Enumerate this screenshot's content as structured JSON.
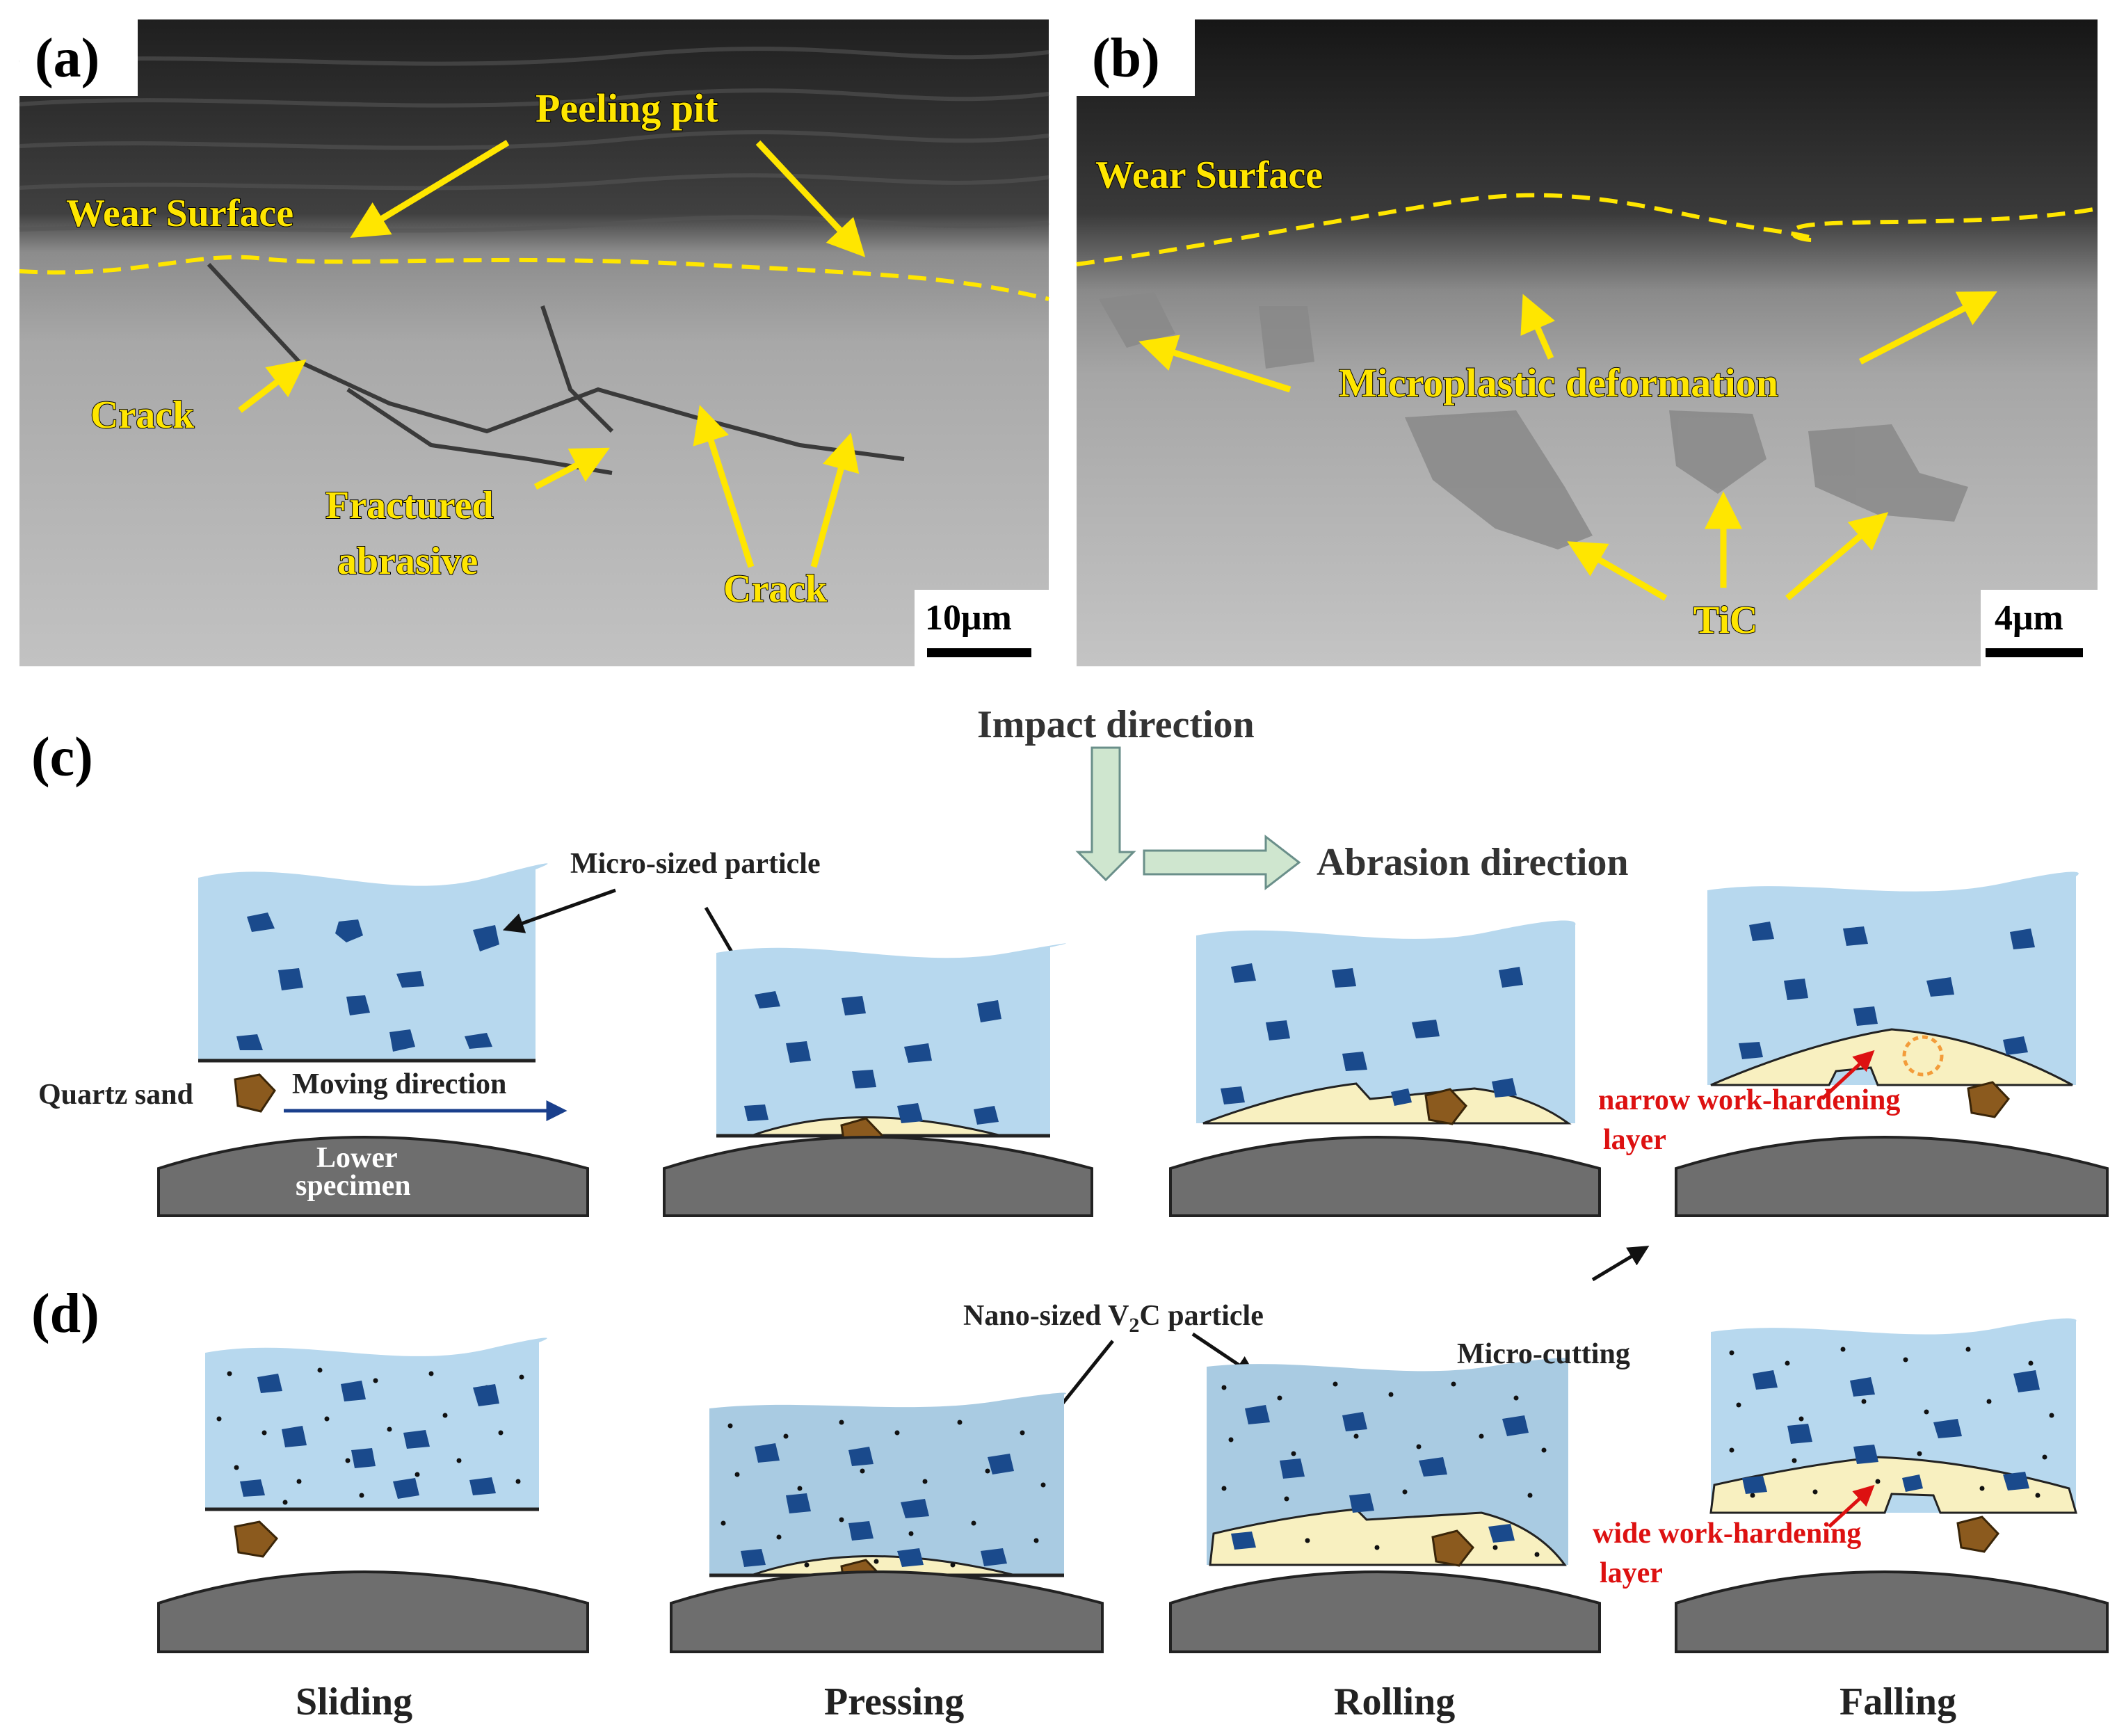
{
  "panel_a": {
    "tag": "(a)",
    "wear_surface": "Wear Surface",
    "peeling_pit": "Peeling pit",
    "crack_left": "Crack",
    "fractured_line1": "Fractured",
    "fractured_line2": "abrasive",
    "crack_right": "Crack",
    "scale": "10μm"
  },
  "panel_b": {
    "tag": "(b)",
    "wear_surface": "Wear Surface",
    "microplastic": "Microplastic deformation",
    "tic": "TiC",
    "scale": "4μm"
  },
  "panel_c": {
    "tag": "(c)",
    "impact_direction": "Impact direction",
    "abrasion_direction": "Abrasion direction",
    "micro_sized_particle": "Micro-sized particle",
    "quartz_sand": "Quartz sand",
    "moving_direction": "Moving direction",
    "lower_line1": "Lower",
    "lower_line2": "specimen",
    "narrow_line1": "narrow work-hardening",
    "narrow_line2": "layer"
  },
  "panel_d": {
    "tag": "(d)",
    "nano_prefix": "Nano-sized V",
    "nano_sub": "2",
    "nano_suffix": "C particle",
    "micro_cutting": "Micro-cutting",
    "wide_line1": "wide work-hardening",
    "wide_line2": "layer"
  },
  "stages": [
    "Sliding",
    "Pressing",
    "Rolling",
    "Falling"
  ],
  "colors": {
    "matrix": "#b7d8ee",
    "matrix_dense": "#a9cbe2",
    "particle": "#1a4a8c",
    "quartz": "#8b5a1e",
    "hardened_layer": "#f8f0c0",
    "specimen": "#6e6e6e",
    "label_yellow": "#ffe600",
    "label_red": "#dd1111",
    "arrow_green": "#cfe6cf"
  }
}
